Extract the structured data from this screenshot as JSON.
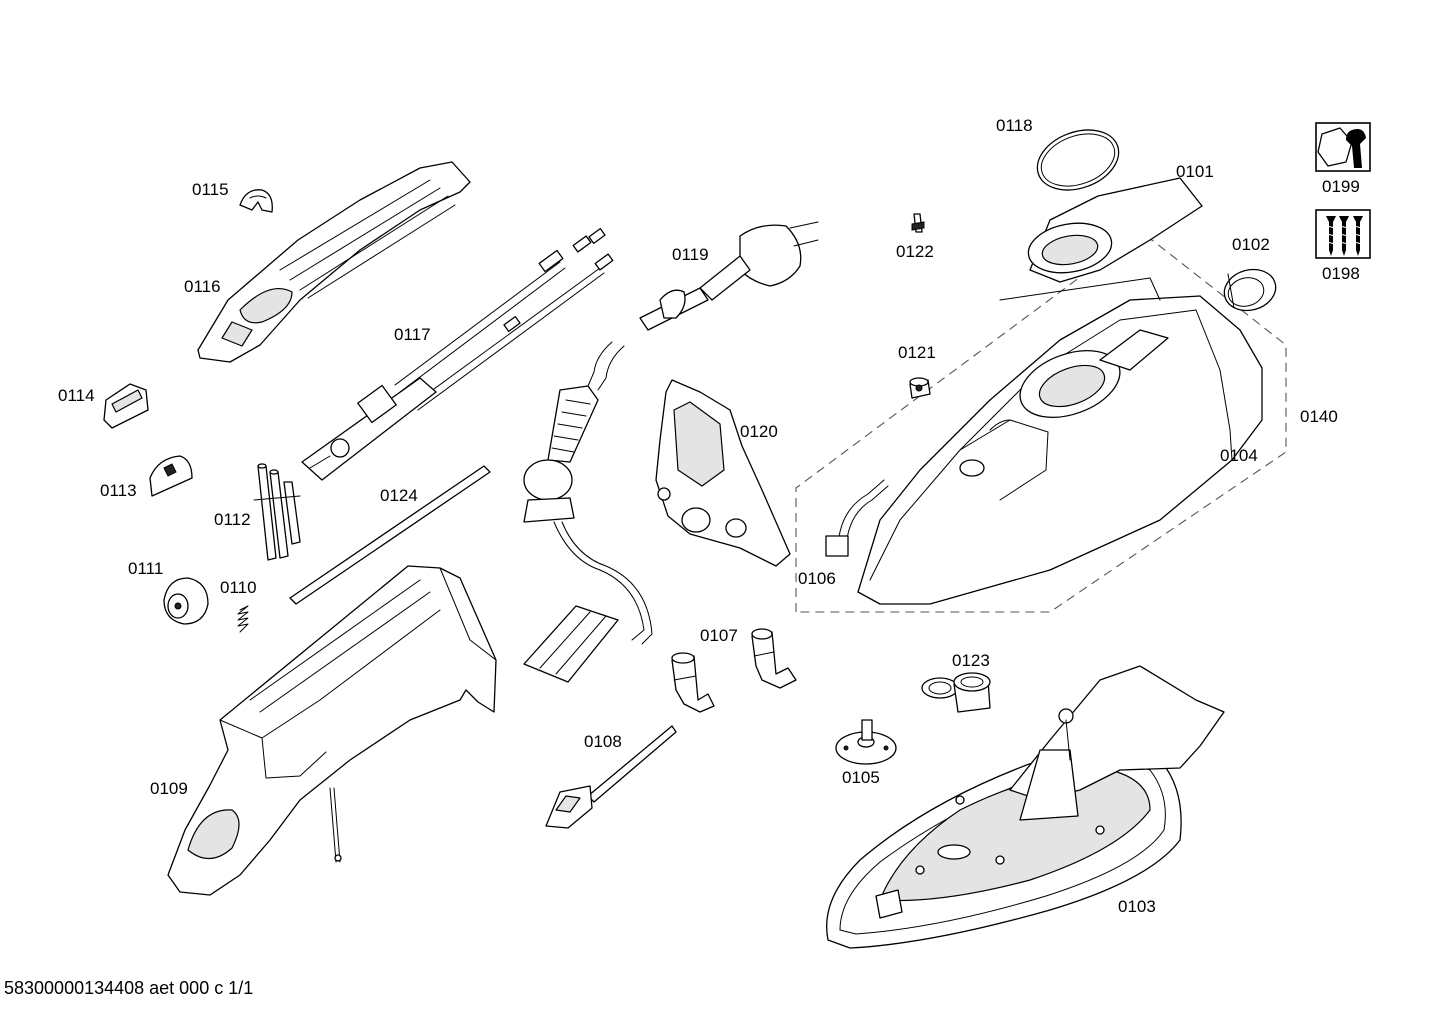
{
  "labels": {
    "p0101": "0101",
    "p0102": "0102",
    "p0103": "0103",
    "p0104": "0104",
    "p0105": "0105",
    "p0106": "0106",
    "p0107": "0107",
    "p0108": "0108",
    "p0109": "0109",
    "p0110": "0110",
    "p0111": "0111",
    "p0112": "0112",
    "p0113": "0113",
    "p0114": "0114",
    "p0115": "0115",
    "p0116": "0116",
    "p0117": "0117",
    "p0118": "0118",
    "p0119": "0119",
    "p0120": "0120",
    "p0121": "0121",
    "p0122": "0122",
    "p0123": "0123",
    "p0124": "0124",
    "p0140": "0140",
    "p0198": "0198",
    "p0199": "0199"
  },
  "icons": {
    "tool_kit": "wrench-nut-icon",
    "screw_kit": "screws-icon"
  },
  "footer": "58300000134408 aet 000 c 1/1"
}
